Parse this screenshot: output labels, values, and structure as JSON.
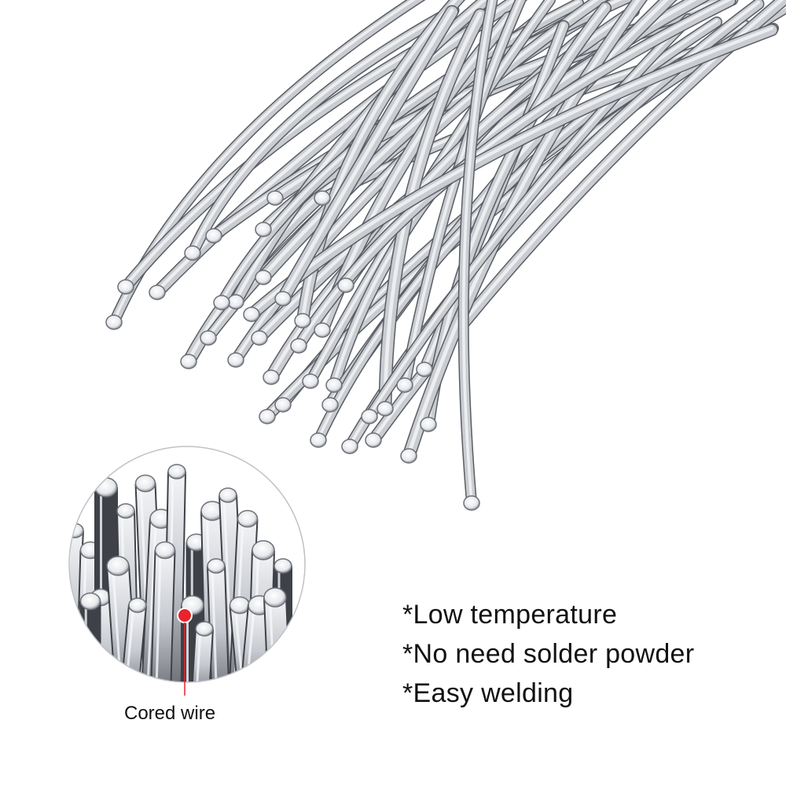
{
  "product_image": {
    "rods_icon": "welding-rods-bundle",
    "rod_color": "#c9ccd1",
    "rod_highlight": "#f2f3f5",
    "rod_shadow": "#5a5d63",
    "background": "#ffffff"
  },
  "inset": {
    "icon": "magnified-rod-ends",
    "label": "Cored wire",
    "marker_color": "#e8232b"
  },
  "features": [
    {
      "text": "*Low temperature"
    },
    {
      "text": "*No need solder powder"
    },
    {
      "text": "*Easy welding"
    }
  ]
}
